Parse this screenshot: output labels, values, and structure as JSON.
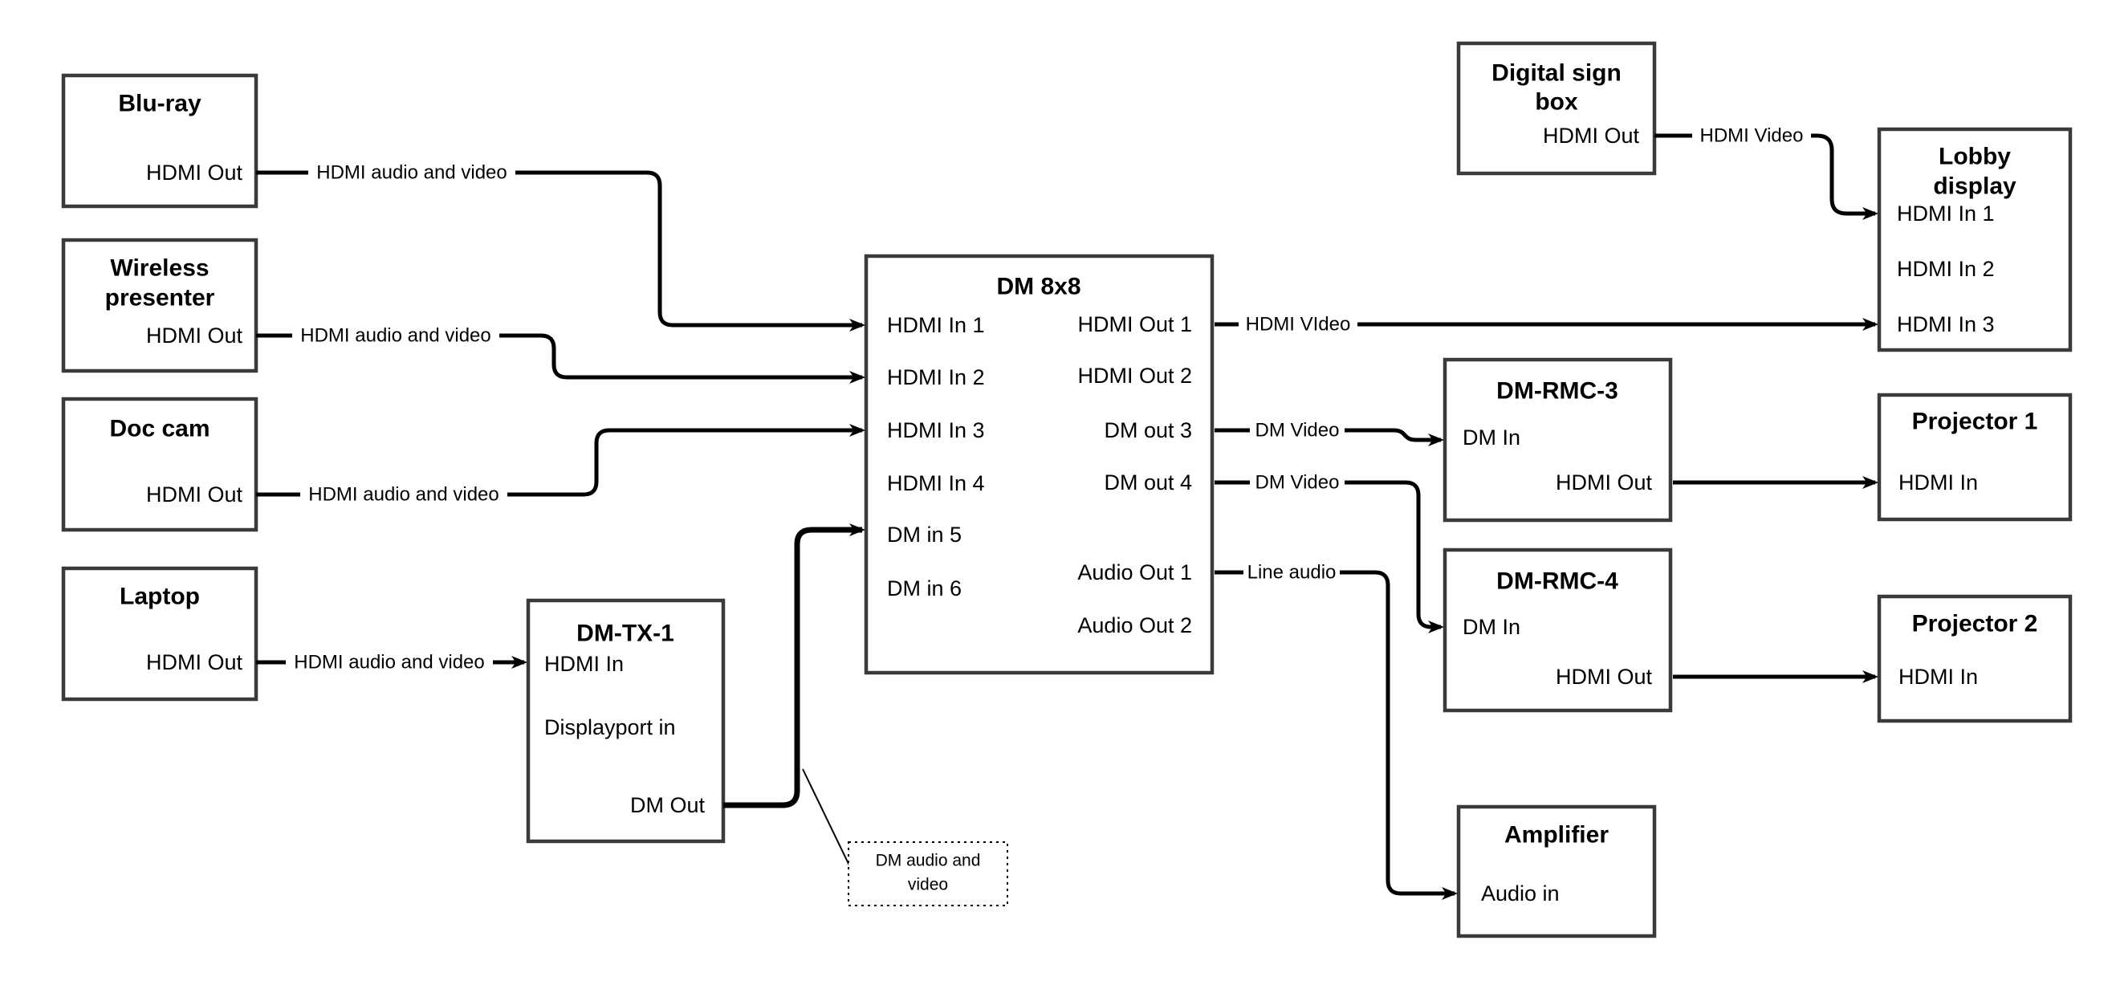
{
  "canvas": {
    "background": "#ffffff",
    "wire_color": "#000000",
    "box_border_color": "#3a3a3a",
    "text_color": "#000000"
  },
  "nodes": {
    "bluray": {
      "title": "Blu-ray",
      "port_hdmi_out": "HDMI Out"
    },
    "wireless": {
      "title_line1": "Wireless",
      "title_line2": "presenter",
      "port_hdmi_out": "HDMI Out"
    },
    "doccam": {
      "title": "Doc cam",
      "port_hdmi_out": "HDMI Out"
    },
    "laptop": {
      "title": "Laptop",
      "port_hdmi_out": "HDMI Out"
    },
    "dmtx1": {
      "title": "DM-TX-1",
      "port_hdmi_in": "HDMI In",
      "port_displayport_in": "Displayport in",
      "port_dm_out": "DM Out"
    },
    "dm8x8": {
      "title": "DM 8x8",
      "left_ports": [
        "HDMI In 1",
        "HDMI In 2",
        "HDMI In 3",
        "HDMI In 4",
        "DM in 5",
        "DM in 6"
      ],
      "right_ports": [
        "HDMI Out 1",
        "HDMI Out 2",
        "DM out 3",
        "DM out 4",
        "Audio Out 1",
        "Audio Out 2"
      ]
    },
    "digital_sign": {
      "title_line1": "Digital sign",
      "title_line2": "box",
      "port_hdmi_out": "HDMI Out"
    },
    "lobby": {
      "title_line1": "Lobby",
      "title_line2": "display",
      "ports": [
        "HDMI In 1",
        "HDMI In 2",
        "HDMI In 3"
      ]
    },
    "rmc3": {
      "title": "DM-RMC-3",
      "port_dm_in": "DM In",
      "port_hdmi_out": "HDMI Out"
    },
    "rmc4": {
      "title": "DM-RMC-4",
      "port_dm_in": "DM In",
      "port_hdmi_out": "HDMI Out"
    },
    "proj1": {
      "title": "Projector 1",
      "port_hdmi_in": "HDMI In"
    },
    "proj2": {
      "title": "Projector 2",
      "port_hdmi_in": "HDMI In"
    },
    "amplifier": {
      "title": "Amplifier",
      "port_audio_in": "Audio in"
    }
  },
  "wire_labels": {
    "bluray_to_dm8x8": "HDMI audio and video",
    "wireless_to_dm8x8": "HDMI audio and video",
    "doccam_to_dm8x8": "HDMI audio and video",
    "laptop_to_dmtx1": "HDMI audio and video",
    "hdmi_out_1": "HDMI VIdeo",
    "digital_sign_to_lobby": "HDMI Video",
    "dm_out_3": "DM Video",
    "dm_out_4": "DM Video",
    "audio_out_1": "Line audio"
  },
  "annotation": {
    "line1": "DM audio and",
    "line2": "video"
  }
}
